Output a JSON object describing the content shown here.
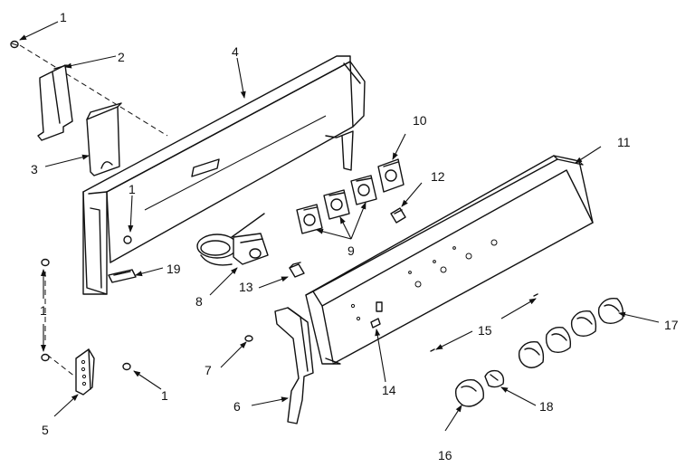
{
  "callouts": {
    "c1a": "1",
    "c1b": "1",
    "c1c": "1",
    "c1d": "1",
    "c2": "2",
    "c3": "3",
    "c4": "4",
    "c5": "5",
    "c6": "6",
    "c7": "7",
    "c8": "8",
    "c9": "9",
    "c10": "10",
    "c11": "11",
    "c12": "12",
    "c13": "13",
    "c14": "14",
    "c15": "15",
    "c16": "16",
    "c17": "17",
    "c18": "18",
    "c19": "19"
  }
}
